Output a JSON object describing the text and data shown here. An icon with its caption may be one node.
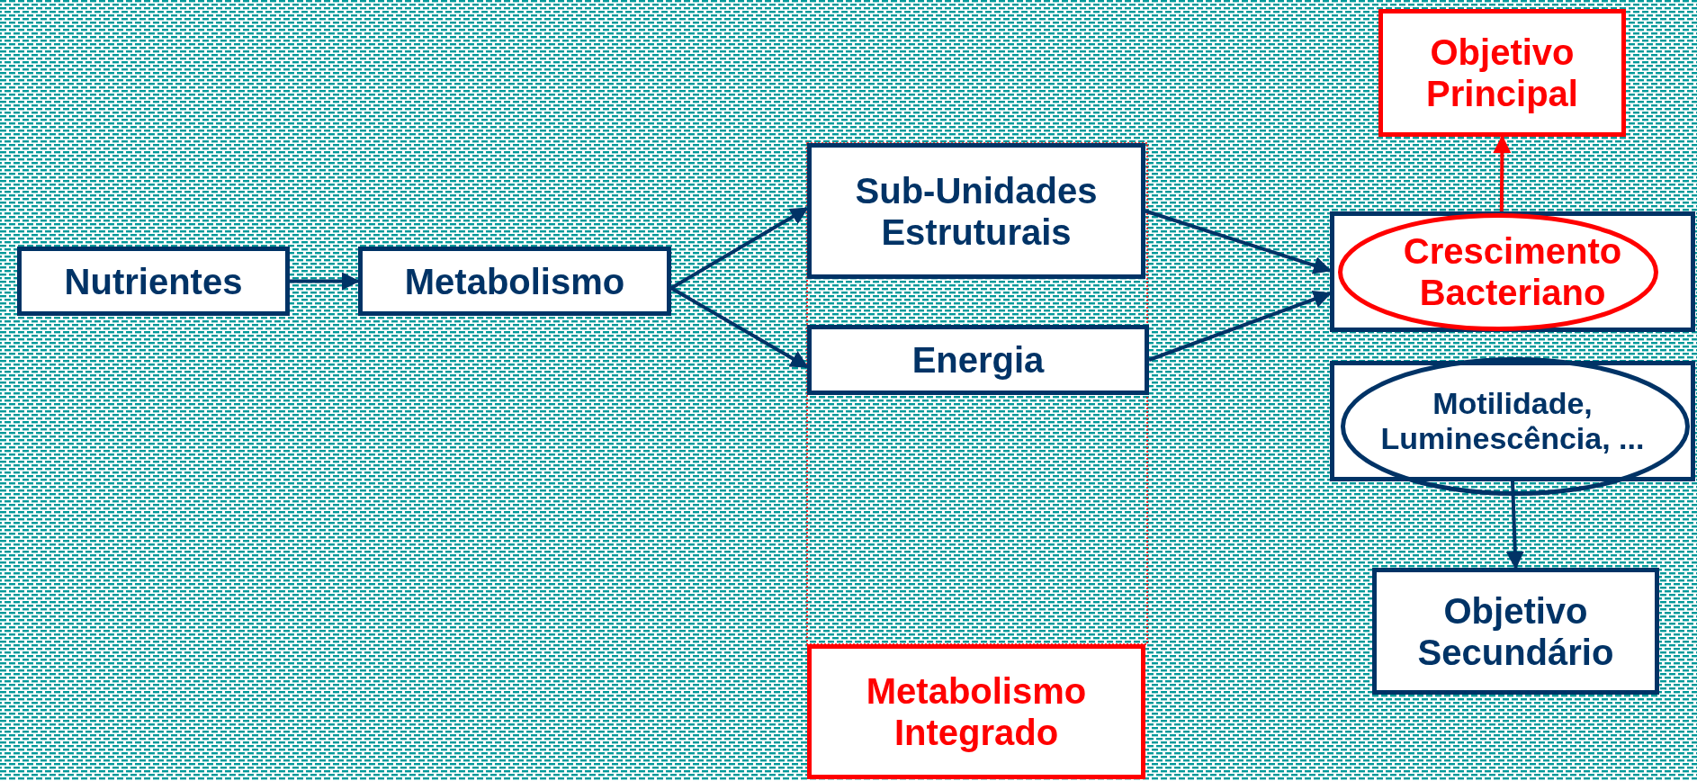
{
  "diagram": {
    "nodes": [
      {
        "text": [
          "Nutrientes"
        ]
      },
      {
        "text": [
          "Metabolismo"
        ]
      },
      {
        "text": [
          "Sub-Unidades Estruturais"
        ]
      },
      {
        "text": [
          "Energia"
        ]
      },
      {
        "text": [
          "Metabolismo Integrado"
        ]
      },
      {
        "text": [
          "Objetivo Principal"
        ]
      },
      {
        "text": [
          "Crescimento Bacteriano"
        ]
      },
      {
        "text": [
          "Motilidade, Luminescência, ..."
        ]
      },
      {
        "text": [
          "Objetivo Secundário"
        ]
      }
    ],
    "edges": [
      {
        "from": 0,
        "to": 1,
        "arrow": "to"
      },
      {
        "from": 1,
        "to": 2,
        "arrow": "to"
      },
      {
        "from": 1,
        "to": 3,
        "arrow": "to"
      },
      {
        "from": 2,
        "to": 6,
        "arrow": "to"
      },
      {
        "from": 3,
        "to": 6,
        "arrow": "to"
      },
      {
        "from": 6,
        "to": 5,
        "arrow": "to",
        "color": "#ff0000"
      },
      {
        "from": 7,
        "to": 8,
        "arrow": "to"
      }
    ]
  }
}
